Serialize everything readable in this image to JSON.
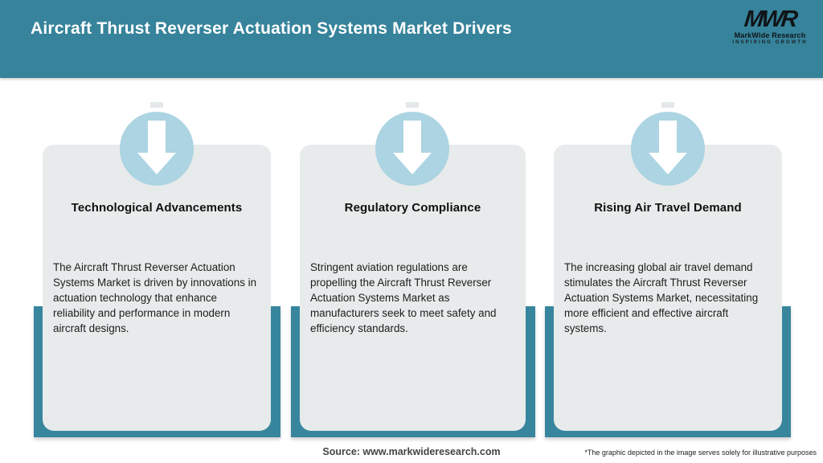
{
  "header": {
    "title": "Aircraft Thrust Reverser Actuation Systems Market Drivers",
    "logo": {
      "mark": "MWR",
      "name": "MarkWide Research",
      "tagline": "INSPIRING GROWTH"
    }
  },
  "cards": [
    {
      "icon": "down-arrow-icon",
      "title": "Technological Advancements",
      "body": "The Aircraft Thrust Reverser Actuation Systems Market is driven by innovations in actuation technology that enhance reliability and performance in modern aircraft designs."
    },
    {
      "icon": "down-arrow-icon",
      "title": "Regulatory Compliance",
      "body": "Stringent aviation regulations are propelling the Aircraft Thrust Reverser Actuation Systems Market as manufacturers seek to meet safety and efficiency standards."
    },
    {
      "icon": "down-arrow-icon",
      "title": "Rising Air Travel Demand",
      "body": "The increasing global air travel demand stimulates the Aircraft Thrust Reverser Actuation Systems Market, necessitating more efficient and effective aircraft systems."
    }
  ],
  "footer": {
    "source": "Source: www.markwideresearch.com",
    "disclaimer": "*The graphic depicted in the image serves solely for illustrative purposes"
  },
  "colors": {
    "header_teal": "#36839B",
    "panel_teal": "#37869E",
    "card_bg": "#E8EBEB",
    "circle_blue": "#ACD4E2",
    "title_text": "#101010",
    "body_text": "#1D1D1D",
    "header_text": "#FFFFFF"
  }
}
